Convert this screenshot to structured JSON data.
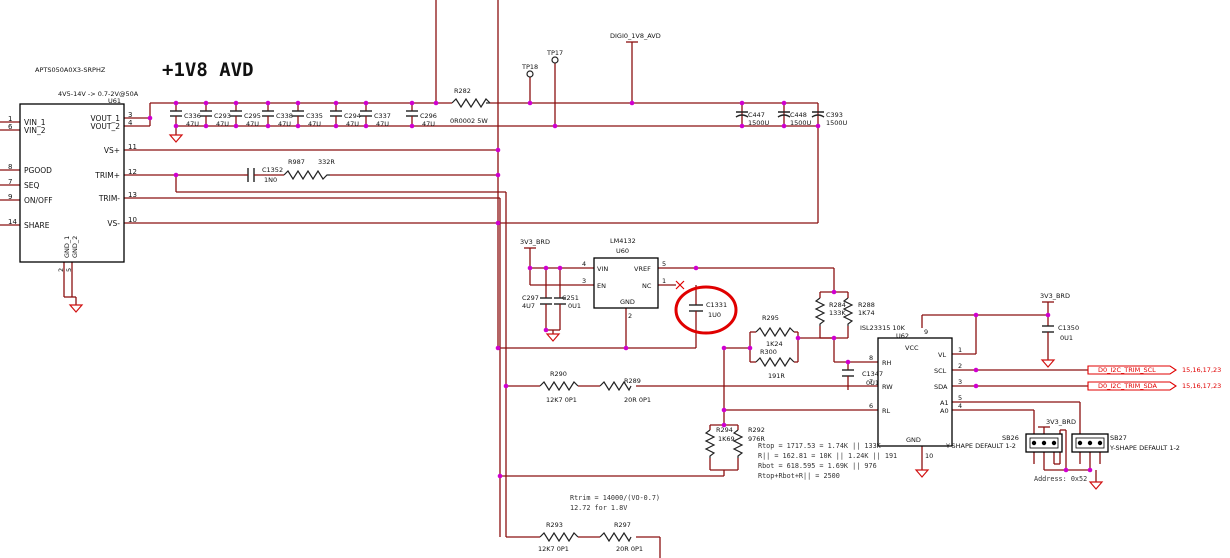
{
  "title": "+1V8 AVD",
  "u61": {
    "part": "APTS050A0X3-SRPHZ",
    "spec": "4V5-14V -> 0.7-2V@50A",
    "ref": "U61",
    "pins_left": [
      {
        "num": "1",
        "name": "VIN_1"
      },
      {
        "num": "6",
        "name": "VIN_2"
      },
      {
        "num": "8",
        "name": "PGOOD"
      },
      {
        "num": "7",
        "name": "SEQ"
      },
      {
        "num": "9",
        "name": "ON/OFF"
      },
      {
        "num": "14",
        "name": "SHARE"
      }
    ],
    "pins_right": [
      {
        "num": "3",
        "name": "VOUT_1"
      },
      {
        "num": "4",
        "name": "VOUT_2"
      },
      {
        "num": "11",
        "name": "VS+"
      },
      {
        "num": "12",
        "name": "TRIM+"
      },
      {
        "num": "13",
        "name": "TRIM-"
      },
      {
        "num": "10",
        "name": "VS-"
      }
    ],
    "gnd_pins": [
      "GND_1",
      "GND_2"
    ],
    "gnd_nums": [
      "2",
      "5"
    ]
  },
  "caps_top": [
    {
      "ref": "C336",
      "val": "47U"
    },
    {
      "ref": "C293",
      "val": "47U"
    },
    {
      "ref": "C295",
      "val": "47U"
    },
    {
      "ref": "C338",
      "val": "47U"
    },
    {
      "ref": "C335",
      "val": "47U"
    },
    {
      "ref": "C294",
      "val": "47U"
    },
    {
      "ref": "C337",
      "val": "47U"
    },
    {
      "ref": "C296",
      "val": "47U"
    }
  ],
  "bulk_caps": [
    {
      "ref": "C447",
      "val": "1500U"
    },
    {
      "ref": "C448",
      "val": "1500U"
    },
    {
      "ref": "C393",
      "val": "1500U"
    }
  ],
  "r282": {
    "ref": "R282",
    "val": "0R0002 5W"
  },
  "tp18": "TP18",
  "tp17": "TP17",
  "digi_net": "DIGI0_1V8_AVD",
  "c1352": {
    "ref": "C1352",
    "val": "1N0"
  },
  "r987": {
    "ref": "R987",
    "val": "332R"
  },
  "u60": {
    "part": "LM4132",
    "ref": "U60",
    "vin": "VIN",
    "en": "EN",
    "vref": "VREF",
    "nc": "NC",
    "gnd": "GND",
    "n4": "4",
    "n3": "3",
    "n5": "5",
    "n1": "1",
    "n2": "2"
  },
  "net_3v3_a": "3V3_BRD",
  "c297": {
    "ref": "C297",
    "val": "4U7"
  },
  "c251": {
    "ref": "C251",
    "val": "0U1"
  },
  "c1331": {
    "ref": "C1331",
    "val": "1U0"
  },
  "r284": {
    "ref": "R284",
    "val": "133K"
  },
  "r288": {
    "ref": "R288",
    "val": "1K74"
  },
  "r295": {
    "ref": "R295",
    "val": "1K24"
  },
  "r300": {
    "ref": "R300",
    "val": "191R"
  },
  "c1347": {
    "ref": "C1347",
    "val": "0U1"
  },
  "u62": {
    "part": "ISL23315 10K",
    "ref": "U62",
    "vcc": "VCC",
    "rh": "RH",
    "rw": "RW",
    "rl": "RL",
    "gnd": "GND",
    "vl": "VL",
    "scl": "SCL",
    "sda": "SDA",
    "a1": "A1",
    "a0": "A0",
    "n9": "9",
    "n8": "8",
    "n7": "7",
    "n6": "6",
    "n10": "10",
    "n1": "1",
    "n2": "2",
    "n3": "3",
    "n5": "5",
    "n4": "4"
  },
  "net_3v3_b": "3V3_BRD",
  "net_3v3_c": "3V3_BRD",
  "c1350": {
    "ref": "C1350",
    "val": "0U1"
  },
  "scl_net": "D0_I2C_TRIM_SCL",
  "sda_net": "D0_I2C_TRIM_SDA",
  "scl_pages": "15,16,17,23",
  "sda_pages": "15,16,17,23",
  "sb26": {
    "ref": "SB26",
    "val": "Y-SHAPE DEFAULT 1-2"
  },
  "sb27": {
    "ref": "SB27",
    "val": "Y-SHAPE DEFAULT 1-2"
  },
  "address": "Address: 0x52",
  "r290": {
    "ref": "R290",
    "val": "12K7 0P1"
  },
  "r289": {
    "ref": "R289",
    "val": "20R 0P1"
  },
  "r294": {
    "ref": "R294",
    "val": "1K69"
  },
  "r292": {
    "ref": "R292",
    "val": "976R"
  },
  "r293": {
    "ref": "R293",
    "val": "12K7 0P1"
  },
  "r297": {
    "ref": "R297",
    "val": "20R 0P1"
  },
  "calc": [
    "Rtop = 1717.53 = 1.74K || 133K",
    "R||    = 162.81 = 10K || 1.24K || 191",
    "Rbot = 618.595 = 1.69K || 976",
    "Rtop+Rbot+R|| = 2500"
  ],
  "trim_eq": [
    "Rtrim = 14000/(VO-0.7)",
    "12.72 for 1.8V"
  ],
  "colors": {
    "wire": "#8b1010",
    "junction": "#d000d0",
    "net_label": "#e00000",
    "highlight": "#e00000"
  }
}
